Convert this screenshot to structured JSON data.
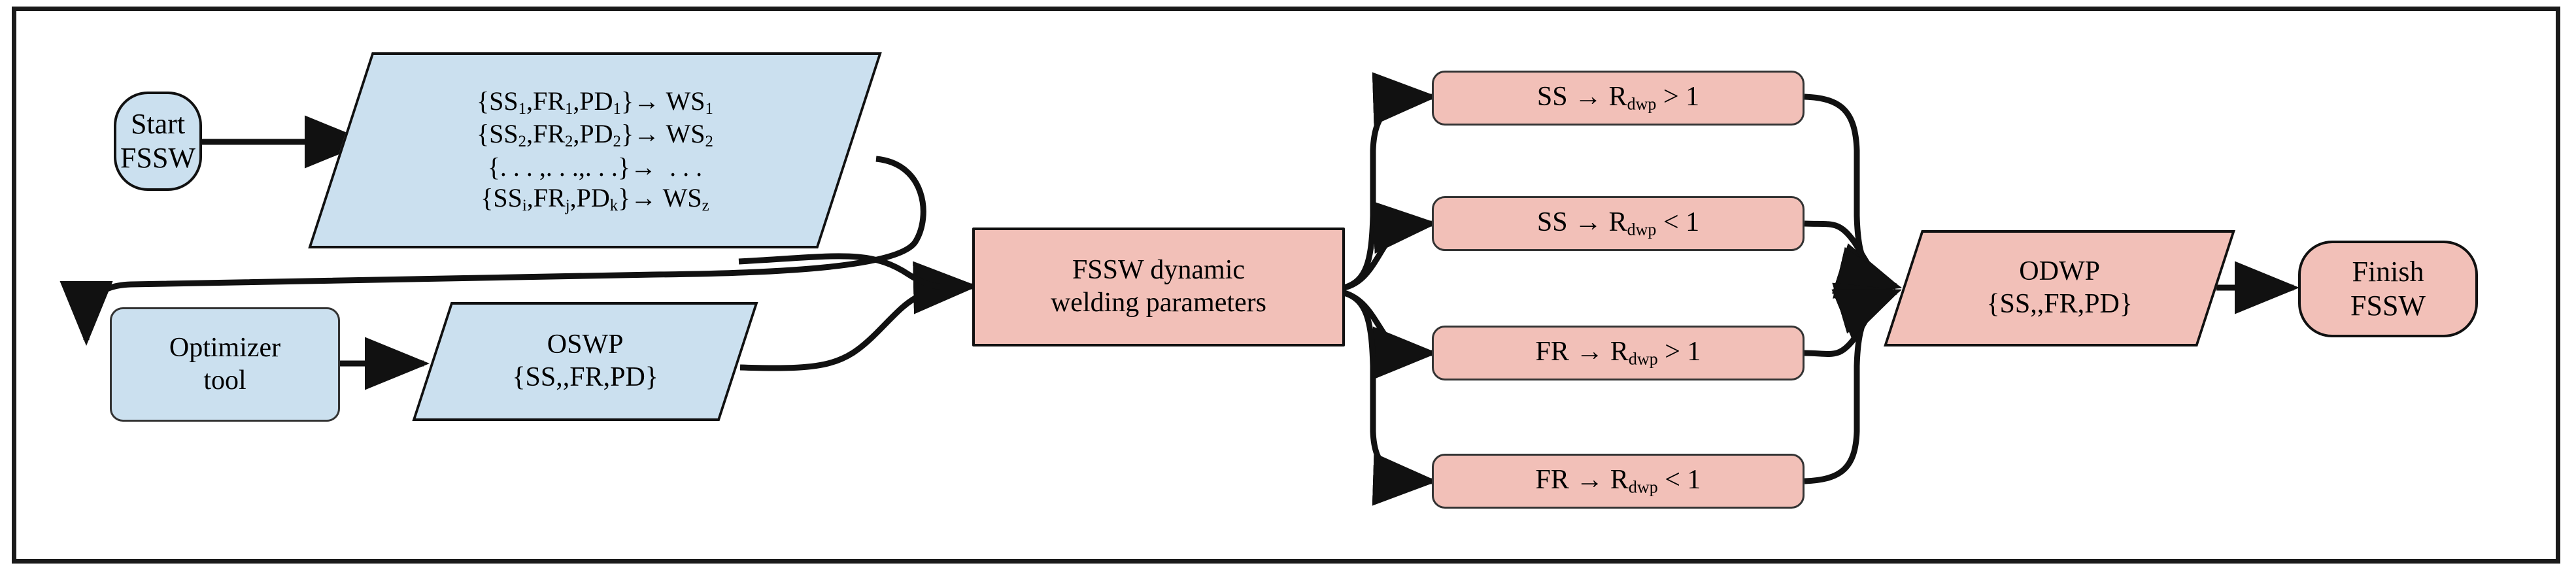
{
  "figure": {
    "type": "flowchart",
    "title": "FSSW dynamic welding parameter optimization flowchart",
    "frame_border_color": "#1a1a1a",
    "background": "#ffffff",
    "palette": {
      "input_fill": "#cbe0ef",
      "process_fill": "#f2c0b8",
      "stroke": "#111111"
    }
  },
  "nodes": {
    "start": {
      "label_line1": "Start",
      "label_line2": "FSSW",
      "shape": "terminator",
      "fill": "#cbe0ef"
    },
    "rules": {
      "shape": "parallelogram",
      "fill": "#cbe0ef",
      "rows": [
        {
          "set": "{SS",
          "s1": "1",
          "mid": ",FR",
          "s2": "1",
          "mid2": ",PD",
          "s3": "1",
          "arrow": "}→ WS",
          "s4": "1"
        },
        {
          "set": "{SS",
          "s1": "2",
          "mid": ",FR",
          "s2": "2",
          "mid2": ",PD",
          "s3": "2",
          "arrow": "}→ WS",
          "s4": "2"
        },
        {
          "set": "{. . . ,",
          "s1": "",
          "mid": ". . .,",
          "s2": "",
          "mid2": ". . .",
          "s3": "",
          "arrow": "}→  . . .",
          "s4": ""
        },
        {
          "set": "{SS",
          "s1": "i",
          "mid": ",FR",
          "s2": "j",
          "mid2": ",PD",
          "s3": "k",
          "arrow": "}→ WS",
          "s4": "z"
        }
      ]
    },
    "optimizer": {
      "label_line1": "Optimizer",
      "label_line2": "tool",
      "shape": "rounded-box",
      "fill": "#cbe0ef"
    },
    "oswp": {
      "label_line1": "OSWP",
      "label_line2": "{SS,,FR,PD}",
      "shape": "parallelogram",
      "fill": "#cbe0ef"
    },
    "dynamic_params": {
      "label_line1": "FSSW dynamic",
      "label_line2": "welding parameters",
      "shape": "rectangle",
      "fill": "#f2c0b8"
    },
    "odwp": {
      "label_line1": "ODWP",
      "label_line2": "{SS,,FR,PD}",
      "shape": "parallelogram",
      "fill": "#f2c0b8"
    },
    "finish": {
      "label_line1": "Finish",
      "label_line2": "FSSW",
      "shape": "terminator",
      "fill": "#f2c0b8"
    }
  },
  "conditions": [
    {
      "prefix": "SS → R",
      "sub": "dwp",
      "suffix": " > 1",
      "fill": "#f2c0b8"
    },
    {
      "prefix": "SS → R",
      "sub": "dwp",
      "suffix": " < 1",
      "fill": "#f2c0b8"
    },
    {
      "prefix": "FR → R",
      "sub": "dwp",
      "suffix": " > 1",
      "fill": "#f2c0b8"
    },
    {
      "prefix": "FR → R",
      "sub": "dwp",
      "suffix": " < 1",
      "fill": "#f2c0b8"
    }
  ],
  "edges": [
    {
      "from": "start",
      "to": "rules",
      "style": "straight-arrow"
    },
    {
      "from": "rules",
      "to": "optimizer",
      "style": "feedback-loop"
    },
    {
      "from": "optimizer",
      "to": "oswp",
      "style": "straight-arrow"
    },
    {
      "from": "oswp",
      "to": "dynamic_params",
      "style": "curved-arrow"
    },
    {
      "from": "rules",
      "to": "dynamic_params",
      "style": "curved-arrow"
    },
    {
      "from": "dynamic_params",
      "to": "condition-1",
      "style": "fan-out-curve"
    },
    {
      "from": "dynamic_params",
      "to": "condition-2",
      "style": "fan-out-curve"
    },
    {
      "from": "dynamic_params",
      "to": "condition-3",
      "style": "fan-out-curve"
    },
    {
      "from": "dynamic_params",
      "to": "condition-4",
      "style": "fan-out-curve"
    },
    {
      "from": "condition-1",
      "to": "odwp",
      "style": "fan-in-curve"
    },
    {
      "from": "condition-2",
      "to": "odwp",
      "style": "fan-in-curve"
    },
    {
      "from": "condition-3",
      "to": "odwp",
      "style": "fan-in-curve"
    },
    {
      "from": "condition-4",
      "to": "odwp",
      "style": "fan-in-curve"
    },
    {
      "from": "odwp",
      "to": "finish",
      "style": "straight-arrow"
    }
  ]
}
